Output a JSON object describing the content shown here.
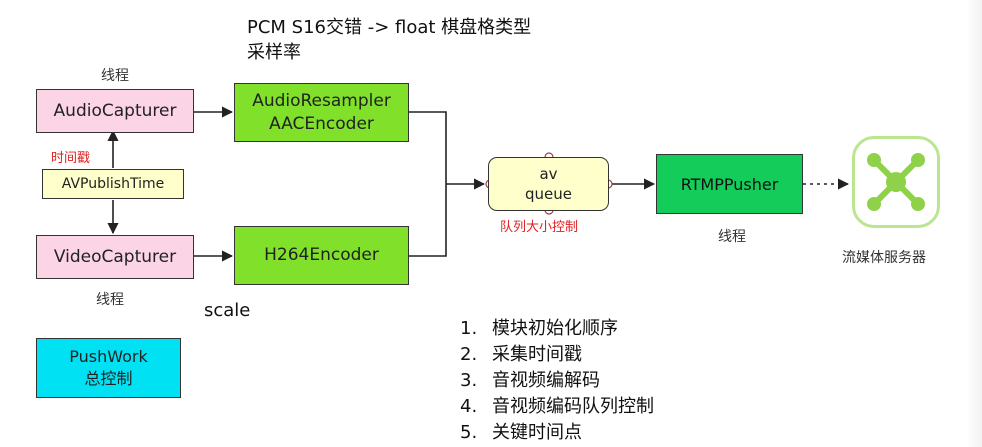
{
  "title": {
    "line1": "PCM   S16交错     -> float 棋盘格类型",
    "line2": "采样率"
  },
  "labels": {
    "thread_top": "线程",
    "thread_bottom": "线程",
    "thread_rtmp": "线程",
    "timestamp": "时间戳",
    "queue_control": "队列大小控制",
    "scale": "scale"
  },
  "nodes": {
    "audio_capturer": "AudioCapturer",
    "av_publish_time": "AVPublishTime",
    "video_capturer": "VideoCapturer",
    "audio_resampler": "AudioResampler",
    "aac_encoder": "AACEncoder",
    "h264_encoder": "H264Encoder",
    "queue_av": "av",
    "queue_name": "queue",
    "rtmp_pusher": "RTMPPusher",
    "pushwork_title": "PushWork",
    "pushwork_sub": "总控制",
    "media_server": "流媒体服务器"
  },
  "steps": [
    {
      "num": "1.",
      "text": "模块初始化顺序"
    },
    {
      "num": "2.",
      "text": "采集时间戳"
    },
    {
      "num": "3.",
      "text": "音视频编解码"
    },
    {
      "num": "4.",
      "text": "音视频编码队列控制"
    },
    {
      "num": "5.",
      "text": "关键时间点"
    }
  ],
  "colors": {
    "capturer_fill": "#fbd4e6",
    "encoder_fill": "#80e02a",
    "queue_fill": "#ffffcc",
    "rtmp_fill": "#14cc5a",
    "pushwork_fill": "#00e2f4",
    "server_icon": "#b9e68f",
    "annotation_red": "#e02020"
  },
  "icons": {
    "media_server": "network-node-icon"
  }
}
